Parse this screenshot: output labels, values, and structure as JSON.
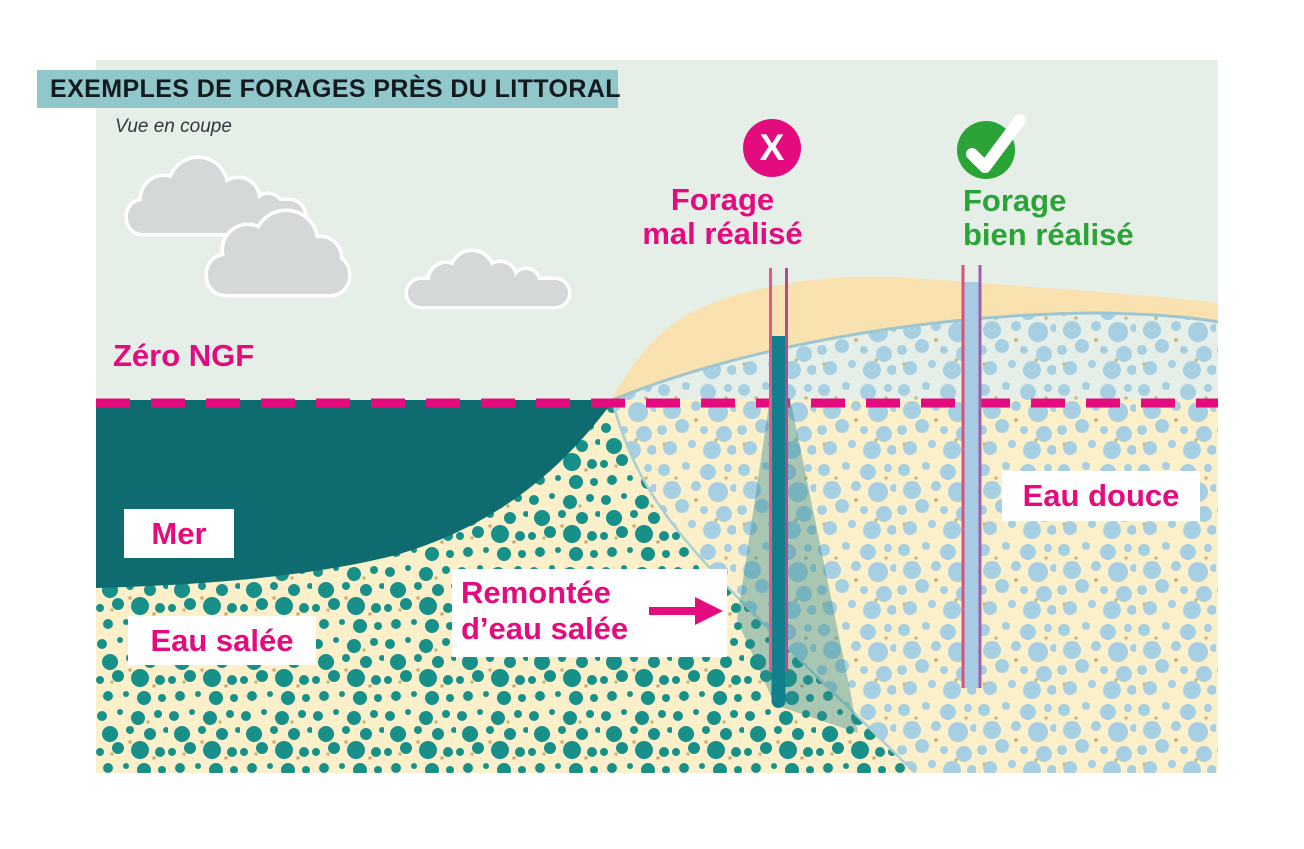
{
  "header": {
    "title": "EXEMPLES DE FORAGES PRÈS DU LITTORAL",
    "subtitle": "Vue en coupe"
  },
  "annotations": {
    "zero_ngf": "Zéro NGF",
    "sea": "Mer",
    "salt_water": "Eau salée",
    "fresh_water": "Eau douce",
    "upconing": {
      "line1": "Remontée",
      "line2": "d’eau salée"
    },
    "bad_well": {
      "line1": "Forage",
      "line2": "mal réalisé",
      "mark": "X"
    },
    "good_well": {
      "line1": "Forage",
      "line2": "bien réalisé"
    }
  },
  "icons": {
    "bad": "x-icon-in-pink-circle",
    "good": "check-icon-in-green-circle",
    "pointer": "arrow-right-icon"
  },
  "colors": {
    "accent_pink": "#e40b7e",
    "accent_green": "#2aa337",
    "sea": "#0e6b6f",
    "title_bar": "#8fc7ca",
    "sky": "#e6eee8",
    "sand": "#fcf0cb",
    "dune_band": "#f9e2b0",
    "salt_dots": "#169089",
    "fresh_dots": "#a7cfe2",
    "cloud": "#d5d8d8"
  }
}
